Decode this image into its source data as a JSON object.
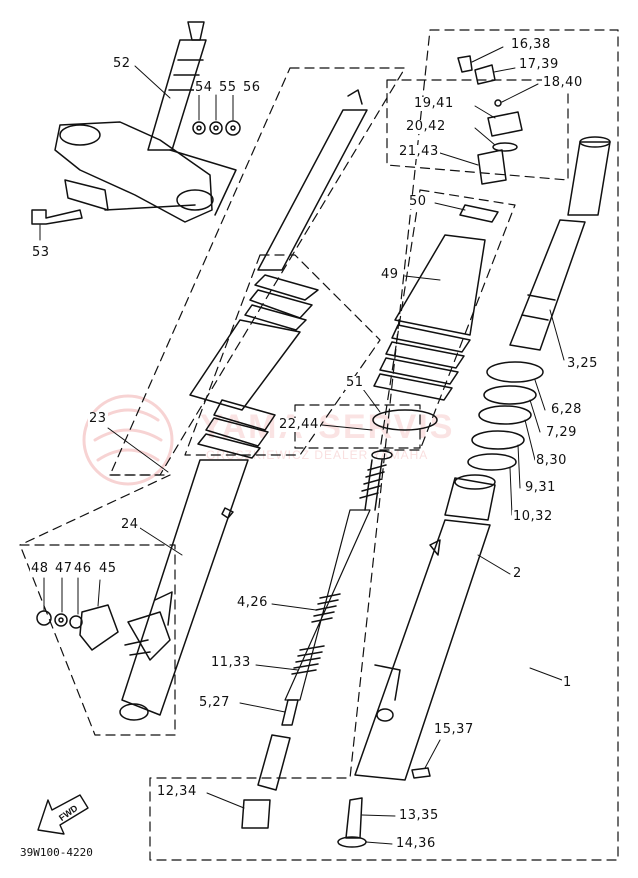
{
  "diagram": {
    "footer_code": "39W100-4220",
    "fwd_label": "FWD",
    "watermark": "YAMA-SERVIS",
    "watermark_sub": "GRUSZKIEWICZ DEALER YAMAHA",
    "callouts": [
      {
        "id": "c52",
        "text": "52"
      },
      {
        "id": "c54",
        "text": "54"
      },
      {
        "id": "c55",
        "text": "55"
      },
      {
        "id": "c56",
        "text": "56"
      },
      {
        "id": "c53",
        "text": "53"
      },
      {
        "id": "c16",
        "text": "16,38"
      },
      {
        "id": "c17",
        "text": "17,39"
      },
      {
        "id": "c18",
        "text": "18,40"
      },
      {
        "id": "c19",
        "text": "19,41"
      },
      {
        "id": "c20",
        "text": "20,42"
      },
      {
        "id": "c21",
        "text": "21,43"
      },
      {
        "id": "c50",
        "text": "50"
      },
      {
        "id": "c49",
        "text": "49"
      },
      {
        "id": "c3",
        "text": "3,25"
      },
      {
        "id": "c6",
        "text": "6,28"
      },
      {
        "id": "c7",
        "text": "7,29"
      },
      {
        "id": "c8",
        "text": "8,30"
      },
      {
        "id": "c9",
        "text": "9,31"
      },
      {
        "id": "c10",
        "text": "10,32"
      },
      {
        "id": "c51",
        "text": "51"
      },
      {
        "id": "c23",
        "text": "23"
      },
      {
        "id": "c22",
        "text": "22,44"
      },
      {
        "id": "c24",
        "text": "24"
      },
      {
        "id": "c2",
        "text": "2"
      },
      {
        "id": "c48",
        "text": "48"
      },
      {
        "id": "c47",
        "text": "47"
      },
      {
        "id": "c46",
        "text": "46"
      },
      {
        "id": "c45",
        "text": "45"
      },
      {
        "id": "c4",
        "text": "4,26"
      },
      {
        "id": "c11",
        "text": "11,33"
      },
      {
        "id": "c1",
        "text": "1"
      },
      {
        "id": "c5",
        "text": "5,27"
      },
      {
        "id": "c15",
        "text": "15,37"
      },
      {
        "id": "c12",
        "text": "12,34"
      },
      {
        "id": "c13",
        "text": "13,35"
      },
      {
        "id": "c14",
        "text": "14,36"
      }
    ]
  }
}
